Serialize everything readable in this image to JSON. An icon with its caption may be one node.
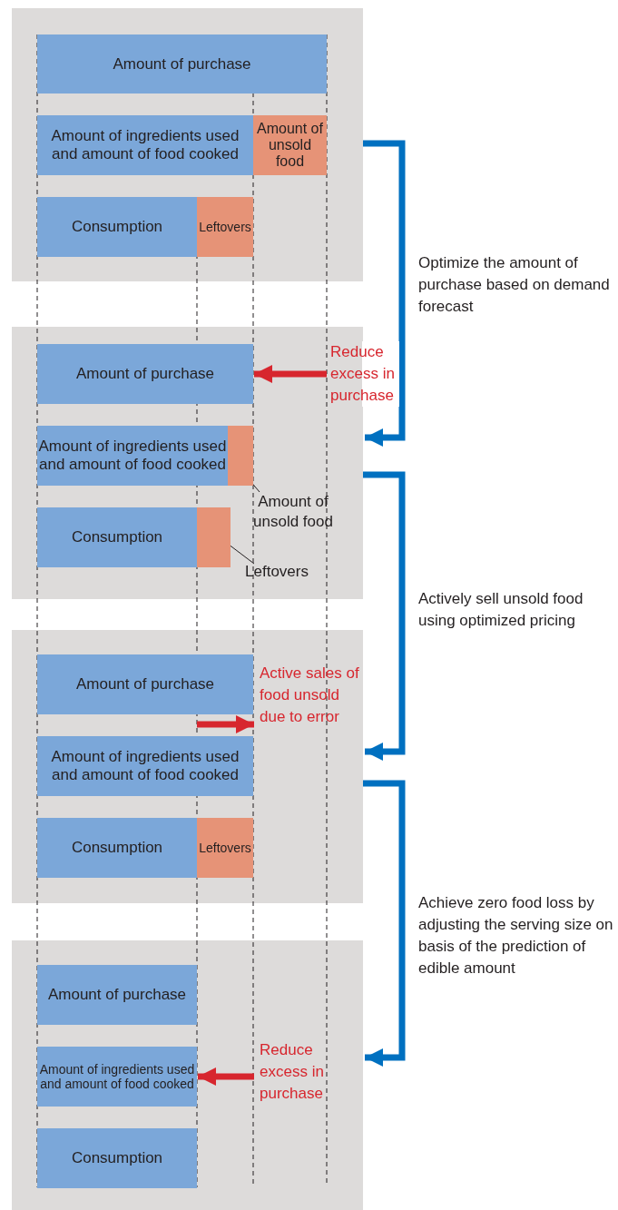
{
  "diagram": {
    "nodes": [
      {
        "text": [],
        "shape": "box"
      },
      {
        "text": [
          "Amount of purchase"
        ],
        "in": 0
      },
      {
        "text": [
          "Amount of ingredients used and amount of food cooked"
        ],
        "in": 0
      },
      {
        "text": [
          "Amount of unsold food"
        ],
        "in": 0
      },
      {
        "text": [
          "Consumption"
        ],
        "in": 0
      },
      {
        "text": [
          "Leftovers"
        ],
        "in": 0
      },
      {
        "text": [],
        "shape": "box"
      },
      {
        "text": [
          "Amount of purchase"
        ],
        "in": 6
      },
      {
        "text": [
          "Amount of ingredients used and amount of food cooked"
        ],
        "in": 6
      },
      {
        "text": [],
        "shape": "bar",
        "in": 6
      },
      {
        "text": [
          "Consumption"
        ],
        "in": 6
      },
      {
        "text": [],
        "shape": "bar",
        "in": 6
      },
      {
        "text": [
          "Reduce excess in purchase"
        ]
      },
      {
        "text": [
          "Amount of unsold food"
        ],
        "in": 6
      },
      {
        "text": [
          "Leftovers"
        ],
        "in": 6
      },
      {
        "text": [],
        "shape": "box"
      },
      {
        "text": [
          "Amount of purchase"
        ],
        "in": 15
      },
      {
        "text": [
          "Active sales of food unsold due to error"
        ],
        "in": 15
      },
      {
        "text": [
          "Amount of ingredients used and amount of food cooked"
        ],
        "in": 15
      },
      {
        "text": [
          "Consumption"
        ],
        "in": 15
      },
      {
        "text": [
          "Leftovers"
        ],
        "in": 15
      },
      {
        "text": [],
        "shape": "box"
      },
      {
        "text": [
          "Amount of purchase"
        ],
        "in": 21
      },
      {
        "text": [
          "Amount of ingredients used and amount of food cooked"
        ],
        "in": 21
      },
      {
        "text": [
          "Reduce excess in purchase"
        ],
        "in": 21
      },
      {
        "text": [
          "Consumption"
        ],
        "in": 21
      }
    ],
    "edges": [
      {
        "from": 0,
        "to": 6,
        "arrow": "to",
        "label": "Optimize the amount of purchase based on demand forecast",
        "color": "#0070c0"
      },
      {
        "from": 6,
        "to": 15,
        "arrow": "to",
        "label": "Actively sell unsold food using optimized pricing",
        "color": "#0070c0"
      },
      {
        "from": 15,
        "to": 21,
        "arrow": "to",
        "label": "Achieve zero food loss by adjusting the serving size on basis of the prediction of edible amount",
        "color": "#0070c0"
      },
      {
        "from": 12,
        "to": 7,
        "arrow": "to",
        "color": "#d7262e"
      },
      {
        "from": 13,
        "to": 9,
        "arrow": "none",
        "color": "#231f20"
      },
      {
        "from": 14,
        "to": 11,
        "arrow": "none",
        "color": "#231f20"
      },
      {
        "from": 16,
        "to": 17,
        "arrow": "to",
        "color": "#d7262e"
      },
      {
        "from": 24,
        "to": 23,
        "arrow": "to",
        "color": "#d7262e"
      }
    ]
  }
}
